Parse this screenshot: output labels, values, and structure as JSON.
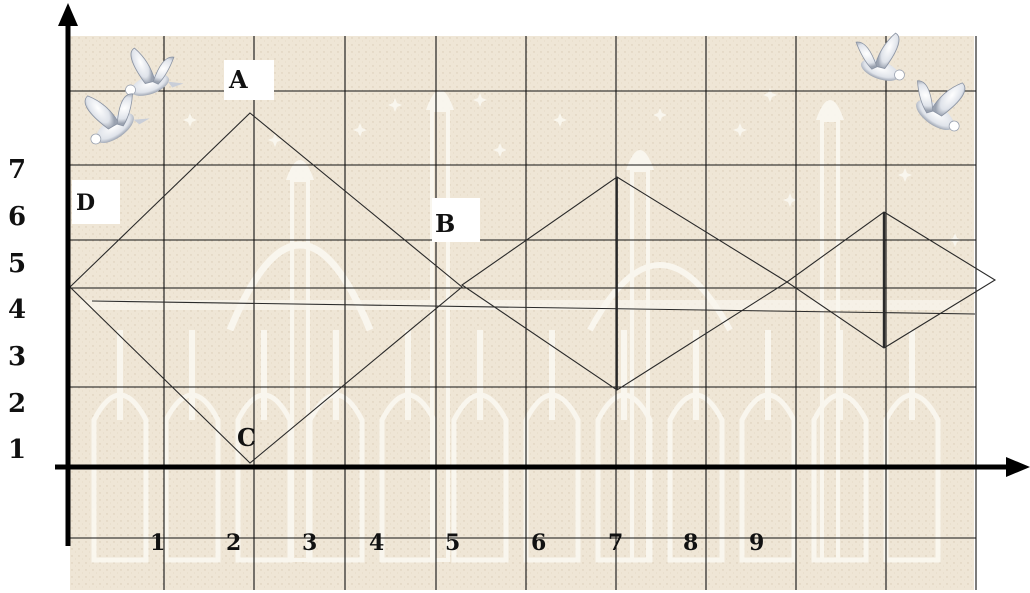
{
  "diagram": {
    "x_axis_labels": [
      "1",
      "2",
      "3",
      "4",
      "5",
      "6",
      "7",
      "8",
      "9"
    ],
    "y_axis_labels": [
      "1",
      "2",
      "3",
      "4",
      "5",
      "6",
      "7"
    ],
    "points": [
      {
        "name": "A",
        "label": "A"
      },
      {
        "name": "B",
        "label": "B"
      },
      {
        "name": "C",
        "label": "C"
      },
      {
        "name": "D",
        "label": "D"
      }
    ],
    "shapes": [
      {
        "type": "rhombus",
        "description": "large diamond with vertices A, B, C, D"
      },
      {
        "type": "rhombus",
        "description": "middle diamond with vertical diagonal"
      },
      {
        "type": "rhombus",
        "description": "small diamond with vertical diagonal"
      }
    ],
    "decorations": [
      "dove-pair-left",
      "dove-pair-right",
      "ornamental-palace-background"
    ],
    "colors": {
      "background": "#efe6d6",
      "ornament": "#fbf8f1",
      "grid": "#111111",
      "axis": "#000000",
      "shape_stroke": "#2a2a2a"
    }
  }
}
